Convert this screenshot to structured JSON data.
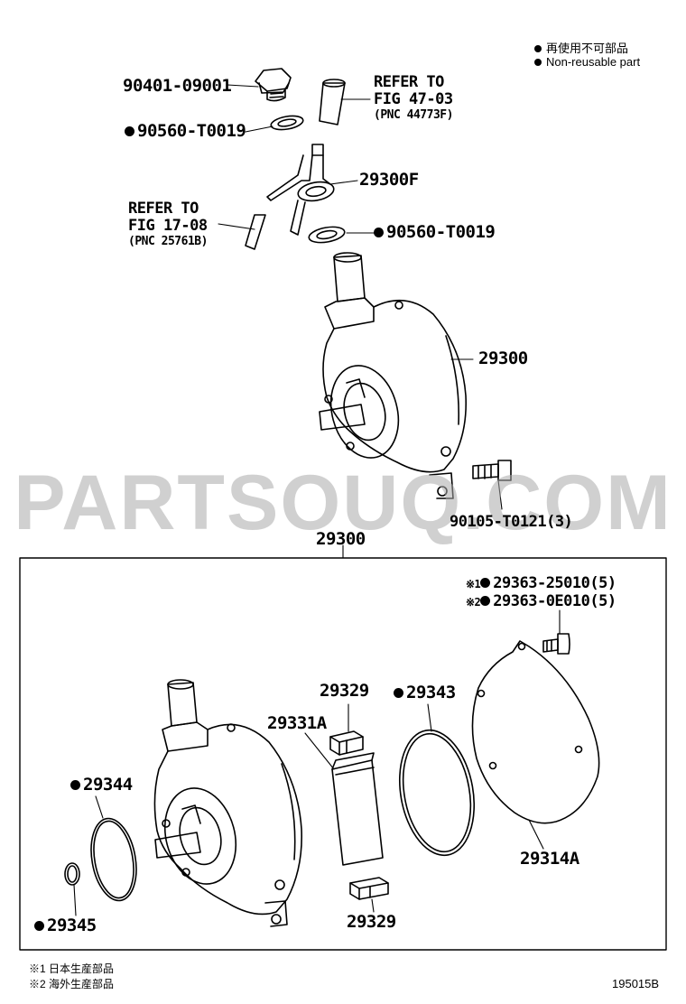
{
  "legend": {
    "jp_label": "再使用不可部品",
    "en_label": "Non-reusable part"
  },
  "upper": {
    "oil_cap": "90401-09001",
    "gasket_top": "90560-T0019",
    "gasket_bottom": "90560-T0019",
    "union": "29300F",
    "pump": "29300",
    "bolt": "90105-T0121(3)",
    "ref_top": {
      "line1": "REFER TO",
      "line2": "FIG 47-03",
      "line3": "(PNC 44773F)"
    },
    "ref_left": {
      "line1": "REFER TO",
      "line2": "FIG 17-08",
      "line3": "(PNC 25761B)"
    }
  },
  "box": {
    "title": "29300",
    "screw_1_mark": "※1",
    "screw_1": "29363-25010(5)",
    "screw_2_mark": "※2",
    "screw_2": "29363-0E010(5)",
    "vane_top": "29329",
    "rotor": "29331A",
    "oring_large": "29343",
    "cover": "29314A",
    "oring_left": "29344",
    "oring_small": "29345",
    "vane_bottom": "29329"
  },
  "footnotes": {
    "n1_mark": "※1",
    "n1_text": "日本生産部品",
    "n2_mark": "※2",
    "n2_text": "海外生産部品"
  },
  "figure_code": "195015B",
  "watermark": "PARTSOUQ.COM"
}
